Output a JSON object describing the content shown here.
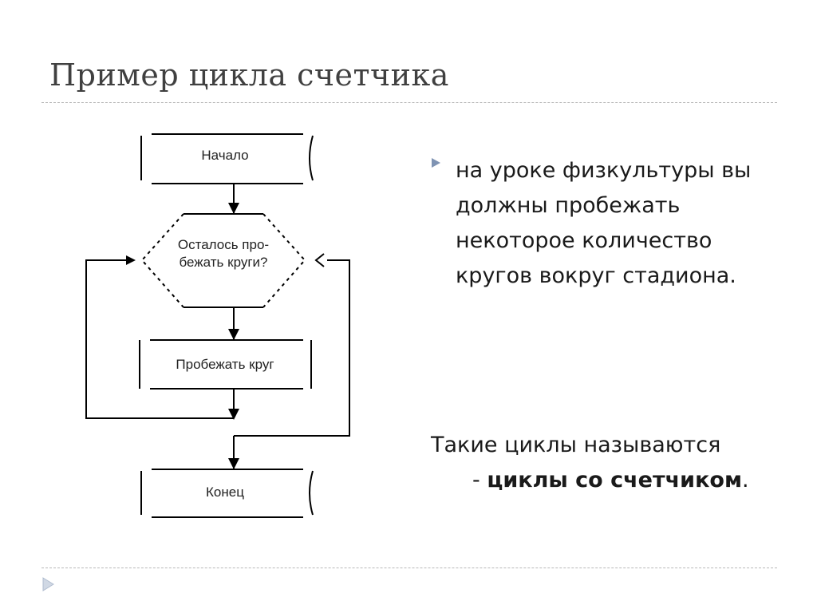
{
  "slide": {
    "title": "Пример цикла счетчика",
    "bullet_text": "на уроке физкультуры вы должны пробежать некоторое количество кругов вокруг стадиона.",
    "note_line1": "Такие циклы называются",
    "note_prefix": "- ",
    "note_bold": "циклы со счетчиком",
    "note_suffix": "."
  },
  "flowchart": {
    "start_label": "Начало",
    "condition_label_1": "Осталось про-",
    "condition_label_2": "бежать круги?",
    "process_label": "Пробежать круг",
    "end_label": "Конец"
  },
  "colors": {
    "title": "#404040",
    "rule": "#b8b8b8",
    "bullet": "#7f93b3",
    "line": "#000000"
  },
  "icons": {
    "bullet": "triangle-right-icon",
    "nav": "play-triangle-icon"
  }
}
